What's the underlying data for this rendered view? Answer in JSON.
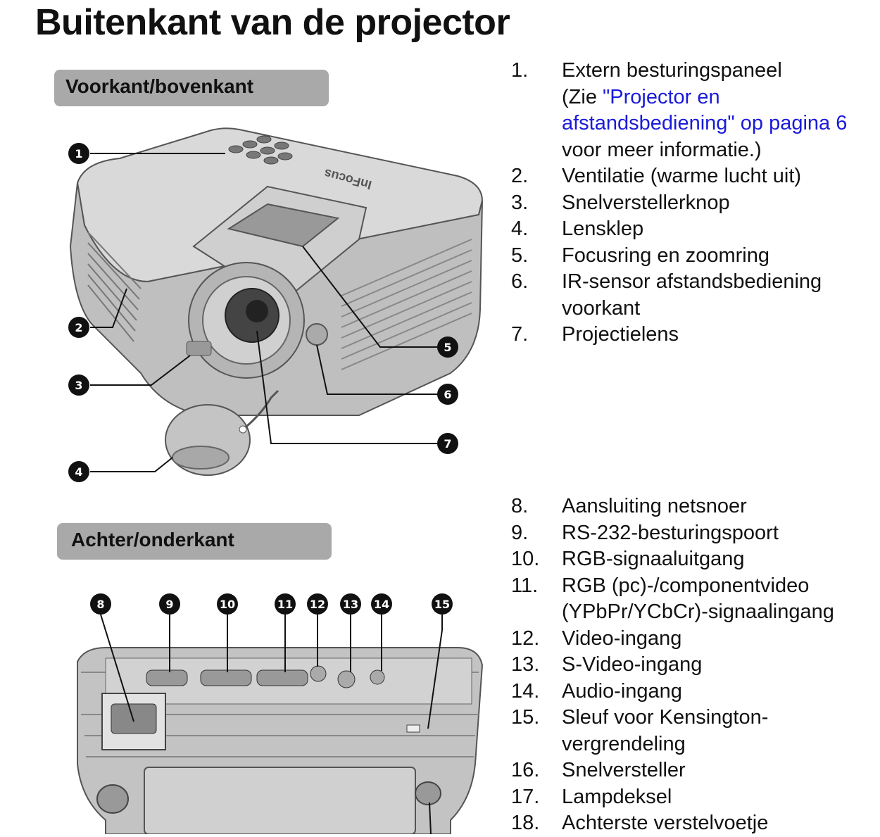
{
  "page": {
    "title": "Buitenkant van de projector"
  },
  "sections": {
    "front": {
      "header": "Voorkant/bovenkant",
      "callouts": [
        "1",
        "2",
        "3",
        "4",
        "5",
        "6",
        "7"
      ],
      "items": [
        {
          "num": "1.",
          "text": "Extern besturingspaneel",
          "extra_pre": "(Zie ",
          "link": "\"Projector en afstandsbediening\" op pagina 6",
          "extra_post": " voor meer informatie.)"
        },
        {
          "num": "2.",
          "text": "Ventilatie (warme lucht uit)"
        },
        {
          "num": "3.",
          "text": "Snelverstellerknop"
        },
        {
          "num": "4.",
          "text": "Lensklep"
        },
        {
          "num": "5.",
          "text": "Focusring en zoomring"
        },
        {
          "num": "6.",
          "text": "IR-sensor afstandsbediening voorkant"
        },
        {
          "num": "7.",
          "text": "Projectielens"
        }
      ]
    },
    "back": {
      "header": "Achter/onderkant",
      "callouts": [
        "8",
        "9",
        "10",
        "11",
        "12",
        "13",
        "14",
        "15"
      ],
      "items": [
        {
          "num": "8.",
          "text": "Aansluiting netsnoer"
        },
        {
          "num": "9.",
          "text": "RS-232-besturingspoort"
        },
        {
          "num": "10.",
          "text": "RGB-signaaluitgang"
        },
        {
          "num": "11.",
          "text": "RGB (pc)-/componentvideo (YPbPr/YCbCr)-signaalingang"
        },
        {
          "num": "12.",
          "text": "Video-ingang"
        },
        {
          "num": "13.",
          "text": "S-Video-ingang"
        },
        {
          "num": "14.",
          "text": "Audio-ingang"
        },
        {
          "num": "15.",
          "text": "Sleuf voor Kensington-vergrendeling"
        },
        {
          "num": "16.",
          "text": "Snelversteller"
        },
        {
          "num": "17.",
          "text": "Lampdeksel"
        },
        {
          "num": "18.",
          "text": "Achterste verstelvoetje"
        }
      ]
    }
  },
  "illustration": {
    "brand_text": "InFocus"
  }
}
